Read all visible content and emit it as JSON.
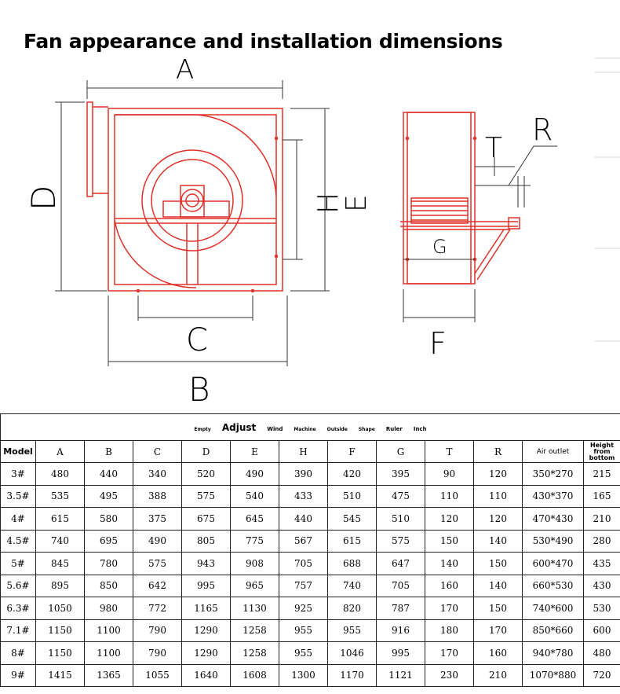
{
  "title": "Fan appearance and installation dimensions",
  "drawing": {
    "front_view_labels": {
      "A": "A",
      "B": "B",
      "C": "C",
      "D": "D",
      "H": "H",
      "E": "E"
    },
    "side_view_labels": {
      "T": "T",
      "R": "R",
      "G": "G",
      "F": "F"
    },
    "line_color": "#e0302a"
  },
  "table": {
    "caption_words": [
      "Empty",
      "Adjust",
      "Wind",
      "Machine",
      "Outside",
      "Shape",
      "Ruler",
      "Inch"
    ],
    "headers": [
      "Model",
      "A",
      "B",
      "C",
      "D",
      "E",
      "H",
      "F",
      "G",
      "T",
      "R",
      "Air outlet",
      "Height from bottom"
    ],
    "rows": [
      [
        "3#",
        "480",
        "440",
        "340",
        "520",
        "490",
        "390",
        "420",
        "395",
        "90",
        "120",
        "350*270",
        "215"
      ],
      [
        "3.5#",
        "535",
        "495",
        "388",
        "575",
        "540",
        "433",
        "510",
        "475",
        "110",
        "110",
        "430*370",
        "165"
      ],
      [
        "4#",
        "615",
        "580",
        "375",
        "675",
        "645",
        "440",
        "545",
        "510",
        "120",
        "120",
        "470*430",
        "210"
      ],
      [
        "4.5#",
        "740",
        "695",
        "490",
        "805",
        "775",
        "567",
        "615",
        "575",
        "150",
        "140",
        "530*490",
        "280"
      ],
      [
        "5#",
        "845",
        "780",
        "575",
        "943",
        "908",
        "705",
        "688",
        "647",
        "140",
        "150",
        "600*470",
        "435"
      ],
      [
        "5.6#",
        "895",
        "850",
        "642",
        "995",
        "965",
        "757",
        "740",
        "705",
        "160",
        "140",
        "660*530",
        "430"
      ],
      [
        "6.3#",
        "1050",
        "980",
        "772",
        "1165",
        "1130",
        "925",
        "820",
        "787",
        "170",
        "150",
        "740*600",
        "530"
      ],
      [
        "7.1#",
        "1150",
        "1100",
        "790",
        "1290",
        "1258",
        "955",
        "955",
        "916",
        "180",
        "170",
        "850*660",
        "600"
      ],
      [
        "8#",
        "1150",
        "1100",
        "790",
        "1290",
        "1258",
        "955",
        "1046",
        "995",
        "170",
        "160",
        "940*780",
        "480"
      ],
      [
        "9#",
        "1415",
        "1365",
        "1055",
        "1640",
        "1608",
        "1300",
        "1170",
        "1121",
        "230",
        "210",
        "1070*880",
        "720"
      ]
    ]
  }
}
